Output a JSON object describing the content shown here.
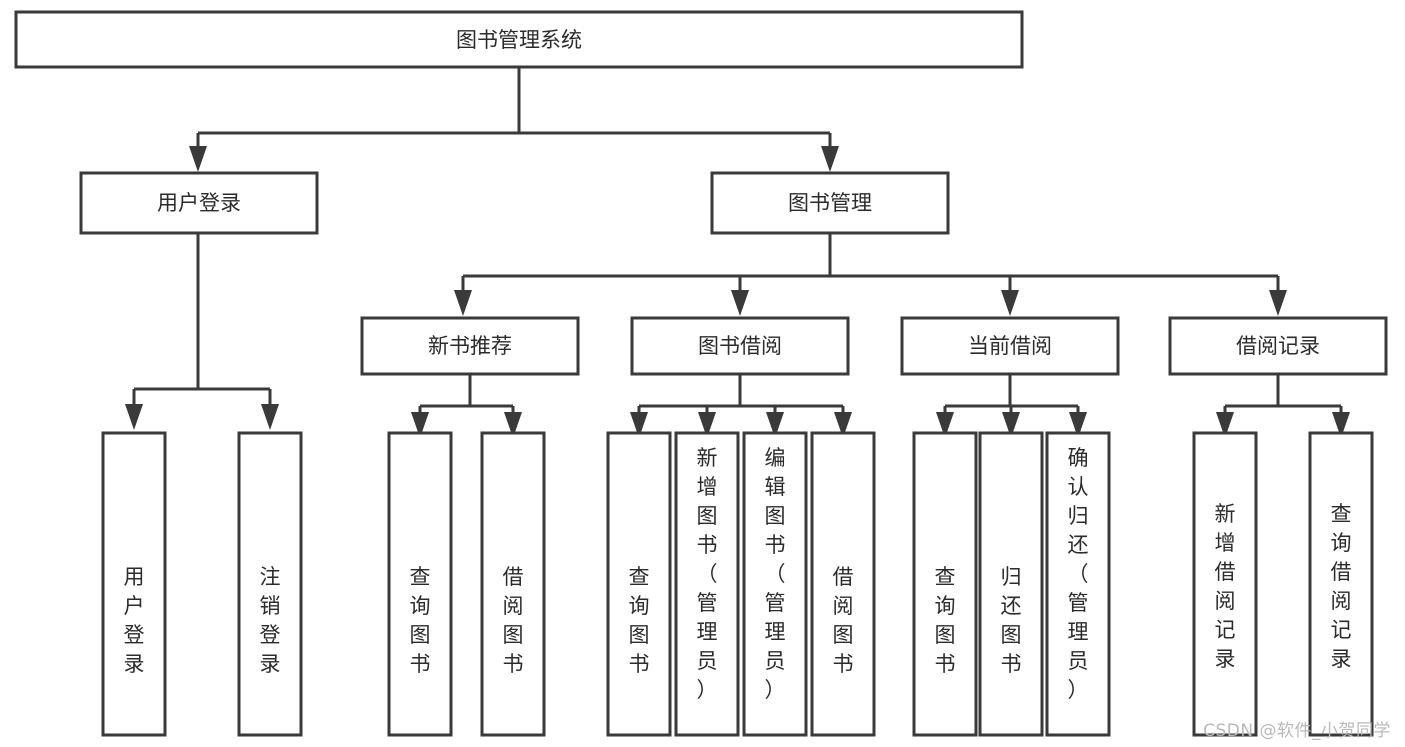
{
  "diagram": {
    "type": "tree",
    "title": "图书管理系统",
    "watermark": "CSDN @软件_小贺同学",
    "colors": {
      "box_stroke": "#3a3a3a",
      "box_fill": "#ffffff",
      "text": "#2b2b2b",
      "connector": "#3a3a3a",
      "watermark": "#b9b9b9",
      "background": "#ffffff"
    },
    "root": {
      "label": "图书管理系统"
    },
    "level2": [
      {
        "label": "用户登录"
      },
      {
        "label": "图书管理"
      }
    ],
    "level3": [
      {
        "label": "新书推荐"
      },
      {
        "label": "图书借阅"
      },
      {
        "label": "当前借阅"
      },
      {
        "label": "借阅记录"
      }
    ],
    "leaves": {
      "user_login": [
        {
          "label": "用户登录"
        },
        {
          "label": "注销登录"
        }
      ],
      "new_book_recommend": [
        {
          "label": "查询图书"
        },
        {
          "label": "借阅图书"
        }
      ],
      "book_borrow": [
        {
          "label": "查询图书"
        },
        {
          "label": "新增图书（管理员）"
        },
        {
          "label": "编辑图书（管理员）"
        },
        {
          "label": "借阅图书"
        }
      ],
      "current_borrow": [
        {
          "label": "查询图书"
        },
        {
          "label": "归还图书"
        },
        {
          "label": "确认归还（管理员）"
        }
      ],
      "borrow_record": [
        {
          "label": "新增借阅记录"
        },
        {
          "label": "查询借阅记录"
        }
      ]
    }
  }
}
